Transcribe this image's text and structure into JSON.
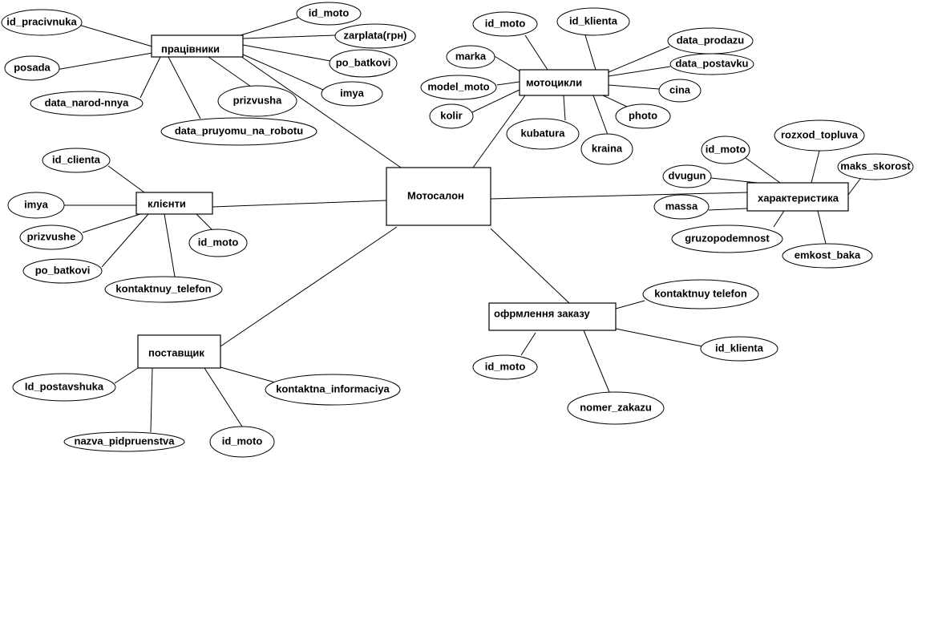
{
  "entities": [
    {
      "key": "motosalon",
      "label": "Мотосалон"
    },
    {
      "key": "pracivnyky",
      "label": "працівники"
    },
    {
      "key": "motocykly",
      "label": "мотоцикли"
    },
    {
      "key": "klienty",
      "label": "клієнти"
    },
    {
      "key": "harakterystyka",
      "label": "характеристика"
    },
    {
      "key": "postavshchyk",
      "label": "поставщик"
    },
    {
      "key": "zakaz",
      "label": "офрмлення заказу"
    }
  ],
  "attributes": {
    "pracivnyky": [
      "id_pracivnuka",
      "posada",
      "data_narod-nnya",
      "data_pruyomu_na_robotu",
      "prizvusha",
      "imya",
      "po_batkovi",
      "zarplata(грн)",
      "id_moto"
    ],
    "motocykly": [
      "id_moto",
      "id_klienta",
      "marka",
      "model_moto",
      "kolir",
      "kubatura",
      "kraina",
      "photo",
      "cina",
      "data_postavku",
      "data_prodazu"
    ],
    "klienty": [
      "id_clienta",
      "imya",
      "prizvushe",
      "po_batkovi",
      "kontaktnuy_telefon",
      "id_moto"
    ],
    "harakterystyka": [
      "id_moto",
      "rozxod_topluva",
      "maks_skorost",
      "dvugun",
      "massa",
      "gruzopodemnost",
      "emkost_baka"
    ],
    "postavshchyk": [
      "Id_postavshuka",
      "nazva_pidpruenstva",
      "id_moto",
      "kontaktna_informaciya"
    ],
    "zakaz": [
      "kontaktnuy telefon",
      "id_klienta",
      "nomer_zakazu",
      "id_moto"
    ]
  }
}
